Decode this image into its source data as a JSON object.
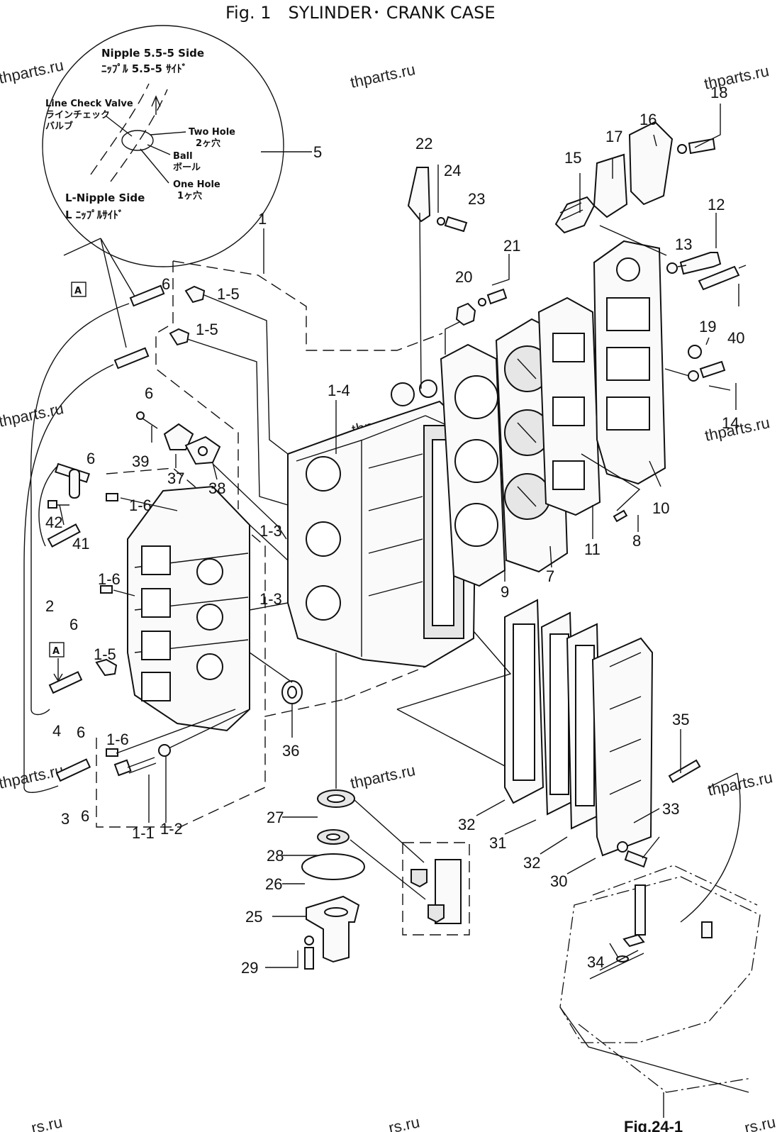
{
  "figure": {
    "title": "Fig. 1　SYLINDER･ CRANK CASE",
    "ref_figure": "Fig.24-1",
    "watermark": "thparts.ru",
    "watermark_partial": "rs.ru"
  },
  "inset": {
    "top_label_en": "Nipple 5.5-5 Side",
    "top_label_jp": "ﾆｯﾌﾟﾙ 5.5-5 ｻｲﾄﾞ",
    "valve_en": "Line Check Valve",
    "valve_jp1": "ラインチェック",
    "valve_jp2": "バルブ",
    "two_hole_en": "Two Hole",
    "two_hole_jp": "2ヶ穴",
    "ball_en": "Ball",
    "ball_jp": "ボール",
    "one_hole_en": "One Hole",
    "one_hole_jp": "1ヶ穴",
    "bottom_label_en": "L-Nipple Side",
    "bottom_label_jp": "L ﾆｯﾌﾟﾙｻｲﾄﾞ",
    "ref": "5"
  },
  "marker": "A",
  "callouts": {
    "c1": "1",
    "c1_1": "1-1",
    "c1_2": "1-2",
    "c1_3a": "1-3",
    "c1_3b": "1-3",
    "c1_4": "1-4",
    "c1_5a": "1-5",
    "c1_5b": "1-5",
    "c1_5c": "1-5",
    "c1_6a": "1-6",
    "c1_6b": "1-6",
    "c1_6c": "1-6",
    "c2": "2",
    "c3": "3",
    "c4": "4",
    "c6a": "6",
    "c6b": "6",
    "c6c": "6",
    "c6d": "6",
    "c6e": "6",
    "c6f": "6",
    "c7": "7",
    "c8": "8",
    "c9": "9",
    "c10": "10",
    "c11": "11",
    "c12": "12",
    "c13": "13",
    "c14": "14",
    "c15": "15",
    "c16": "16",
    "c17": "17",
    "c18": "18",
    "c19": "19",
    "c20": "20",
    "c21": "21",
    "c22": "22",
    "c23": "23",
    "c24": "24",
    "c25": "25",
    "c26": "26",
    "c27": "27",
    "c28": "28",
    "c29": "29",
    "c30": "30",
    "c31": "31",
    "c32a": "32",
    "c32b": "32",
    "c33": "33",
    "c34": "34",
    "c35": "35",
    "c36": "36",
    "c37": "37",
    "c38": "38",
    "c39": "39",
    "c40": "40",
    "c41": "41",
    "c42": "42"
  }
}
